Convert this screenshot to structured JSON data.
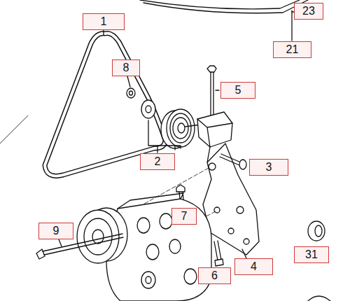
{
  "diagram": {
    "nodes": [
      {
        "text": [
          "1"
        ]
      },
      {
        "text": [
          "23"
        ]
      },
      {
        "text": [
          "8"
        ]
      },
      {
        "text": [
          "21"
        ]
      },
      {
        "text": [
          "5"
        ]
      },
      {
        "text": [
          "2"
        ]
      },
      {
        "text": [
          "3"
        ]
      },
      {
        "text": [
          "7"
        ]
      },
      {
        "text": [
          "9"
        ]
      },
      {
        "text": [
          "31"
        ]
      },
      {
        "text": [
          "4"
        ]
      },
      {
        "text": [
          "6"
        ]
      }
    ]
  }
}
